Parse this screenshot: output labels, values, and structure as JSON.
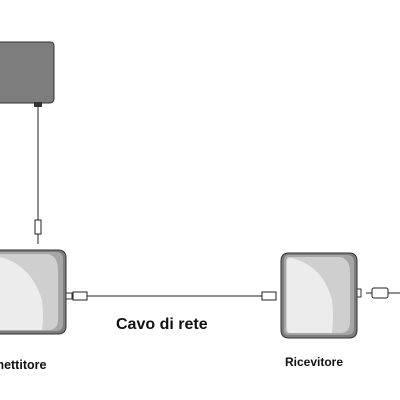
{
  "labels": {
    "transmitter": "smettitore",
    "cable": "Cavo di rete",
    "receiver": "Ricevitore"
  },
  "colors": {
    "device_dark": "#7a7a7a",
    "device_mid": "#9a9a9a",
    "device_light": "#c8c8c8",
    "device_face": "#e2e2e2",
    "line": "#222222",
    "background": "#ffffff"
  }
}
